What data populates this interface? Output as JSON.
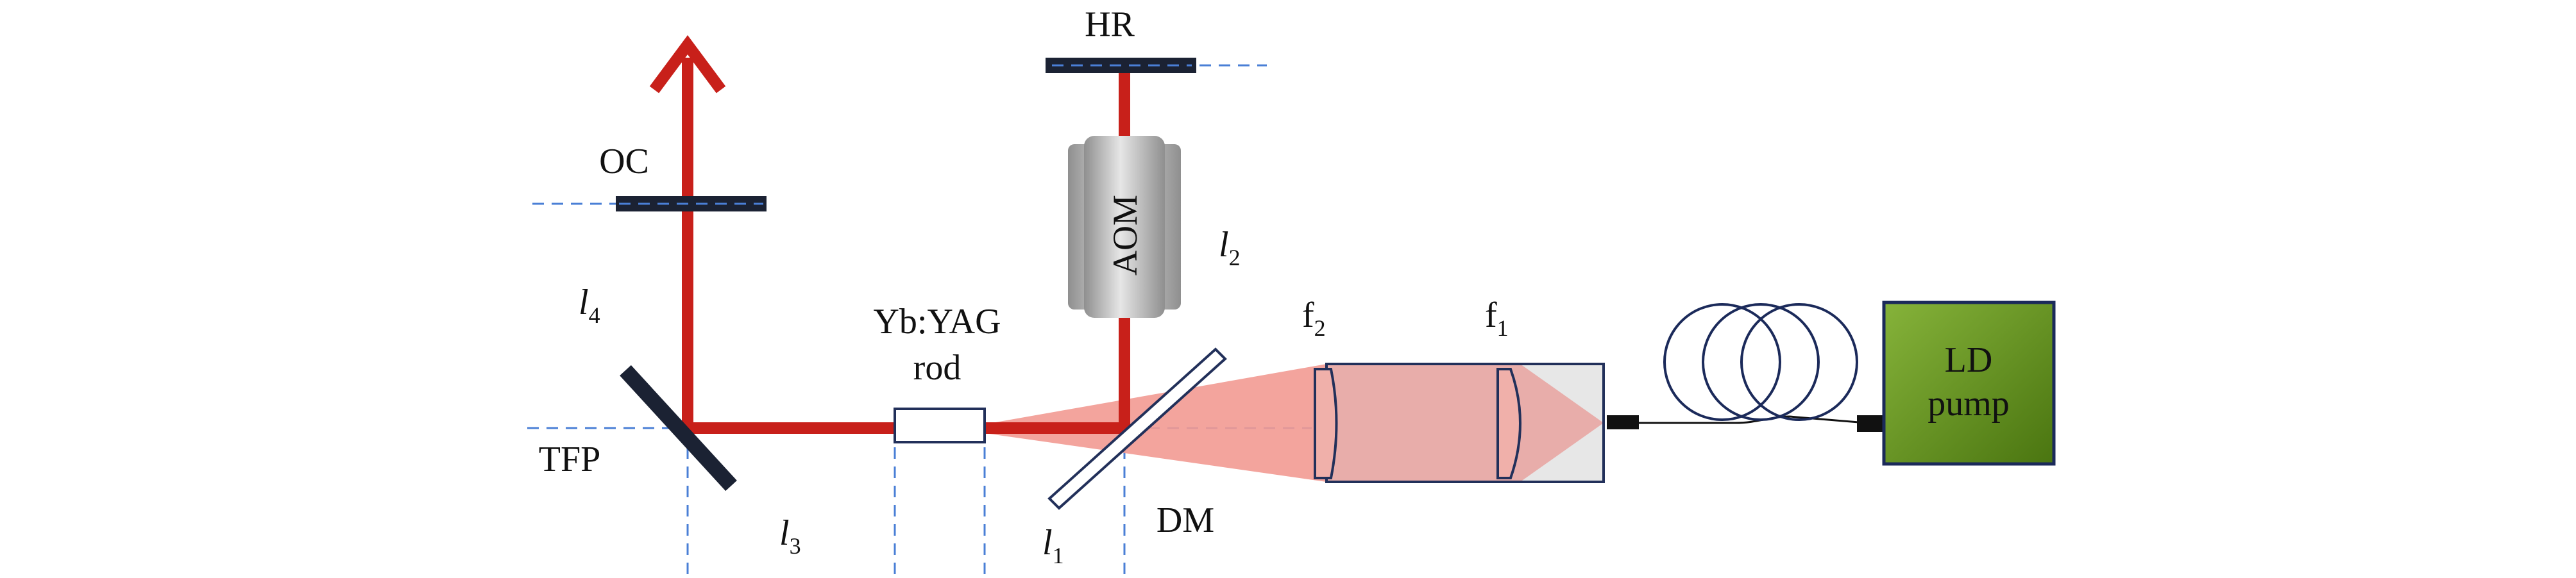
{
  "labels": {
    "hr": "HR",
    "oc": "OC",
    "aom": "AOM",
    "tfp": "TFP",
    "dm": "DM",
    "rod_line1": "Yb:YAG",
    "rod_line2": "rod",
    "ld_line1": "LD",
    "ld_line2": "pump",
    "f1": "f",
    "f1_sub": "1",
    "f2": "f",
    "f2_sub": "2",
    "l1": "l",
    "l1_sub": "1",
    "l2": "l",
    "l2_sub": "2",
    "l3": "l",
    "l3_sub": "3",
    "l4": "l",
    "l4_sub": "4"
  },
  "colors": {
    "beam": "#c8201a",
    "pump_light": "#f29a92",
    "optic_dark": "#1b2233",
    "guide_line": "#4a7fd6",
    "ld_fill_top": "#7dab32",
    "ld_fill_bottom": "#4d7a12",
    "aom_light": "#e0e0e0",
    "aom_dark": "#9a9a9a"
  }
}
